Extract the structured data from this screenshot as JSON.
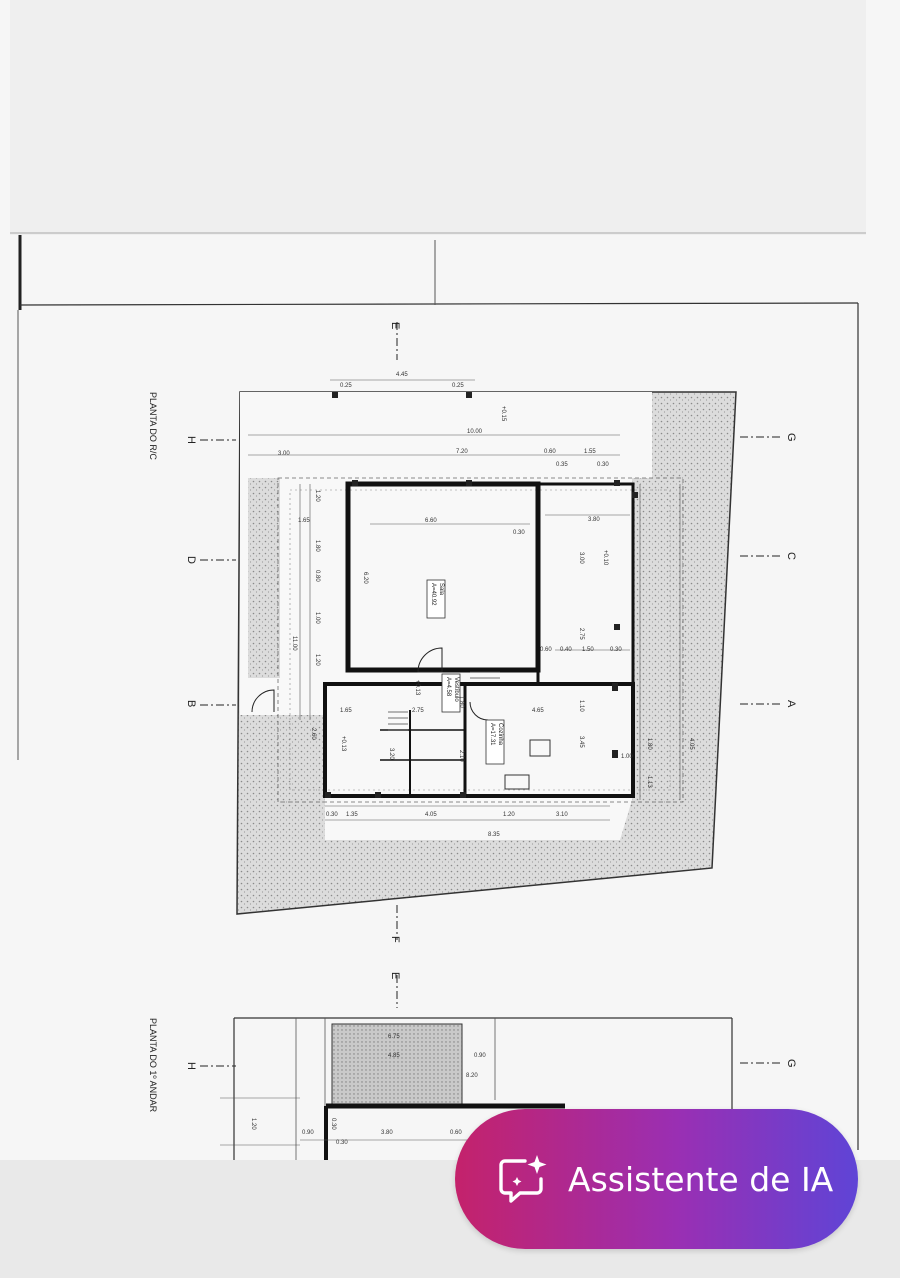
{
  "document": {
    "views": [
      {
        "title": "PLANTA DO R/C"
      },
      {
        "title": "PLANTA DO 1º ANDAR"
      }
    ],
    "section_markers": {
      "E": "E",
      "F": "F",
      "H": "H",
      "D": "D",
      "B": "B",
      "G": "G",
      "C": "C",
      "A": "A"
    },
    "rooms": [
      {
        "name": "Sala",
        "area": "A=40.92"
      },
      {
        "name": "Vestíbulo",
        "area": "A=4.58"
      },
      {
        "name": "Cozinha",
        "area": "A=17.31"
      }
    ],
    "dimensions_ground": {
      "top": [
        "4.45",
        "0.25",
        "0.25",
        "10.00",
        "3.00",
        "7.20",
        "0.60",
        "1.55",
        "0.35",
        "0.30"
      ],
      "sala": [
        "6.60",
        "0.30",
        "6.20",
        "3.80",
        "3.00",
        "2.75",
        "1.50",
        "0.30",
        "0.40",
        "0.60"
      ],
      "left": [
        "11.00",
        "1.65",
        "1.20",
        "1.80",
        "0.80",
        "1.00",
        "1.20",
        "2.75",
        "2.60"
      ],
      "bottom": [
        "1.35",
        "4.05",
        "1.20",
        "3.10",
        "8.35",
        "0.30"
      ],
      "misc": [
        "3.45",
        "1.80",
        "1.00",
        "1.13",
        "1.10",
        "4.65",
        "4.05",
        "1.80",
        "2.10",
        "3.20"
      ],
      "levels": [
        "+0.15",
        "+0.10",
        "+0.13"
      ]
    },
    "dimensions_first": [
      "6.75",
      "4.85",
      "0.90",
      "8.20",
      "1.20",
      "0.90",
      "0.30",
      "3.80",
      "0.60"
    ]
  },
  "ai_assistant": {
    "label": "Assistente de IA",
    "icon": "ai-sparkle-chat-icon"
  },
  "colors": {
    "accent_start": "#c4226b",
    "accent_end": "#5f44d6",
    "bar": "#e9e9e9"
  }
}
